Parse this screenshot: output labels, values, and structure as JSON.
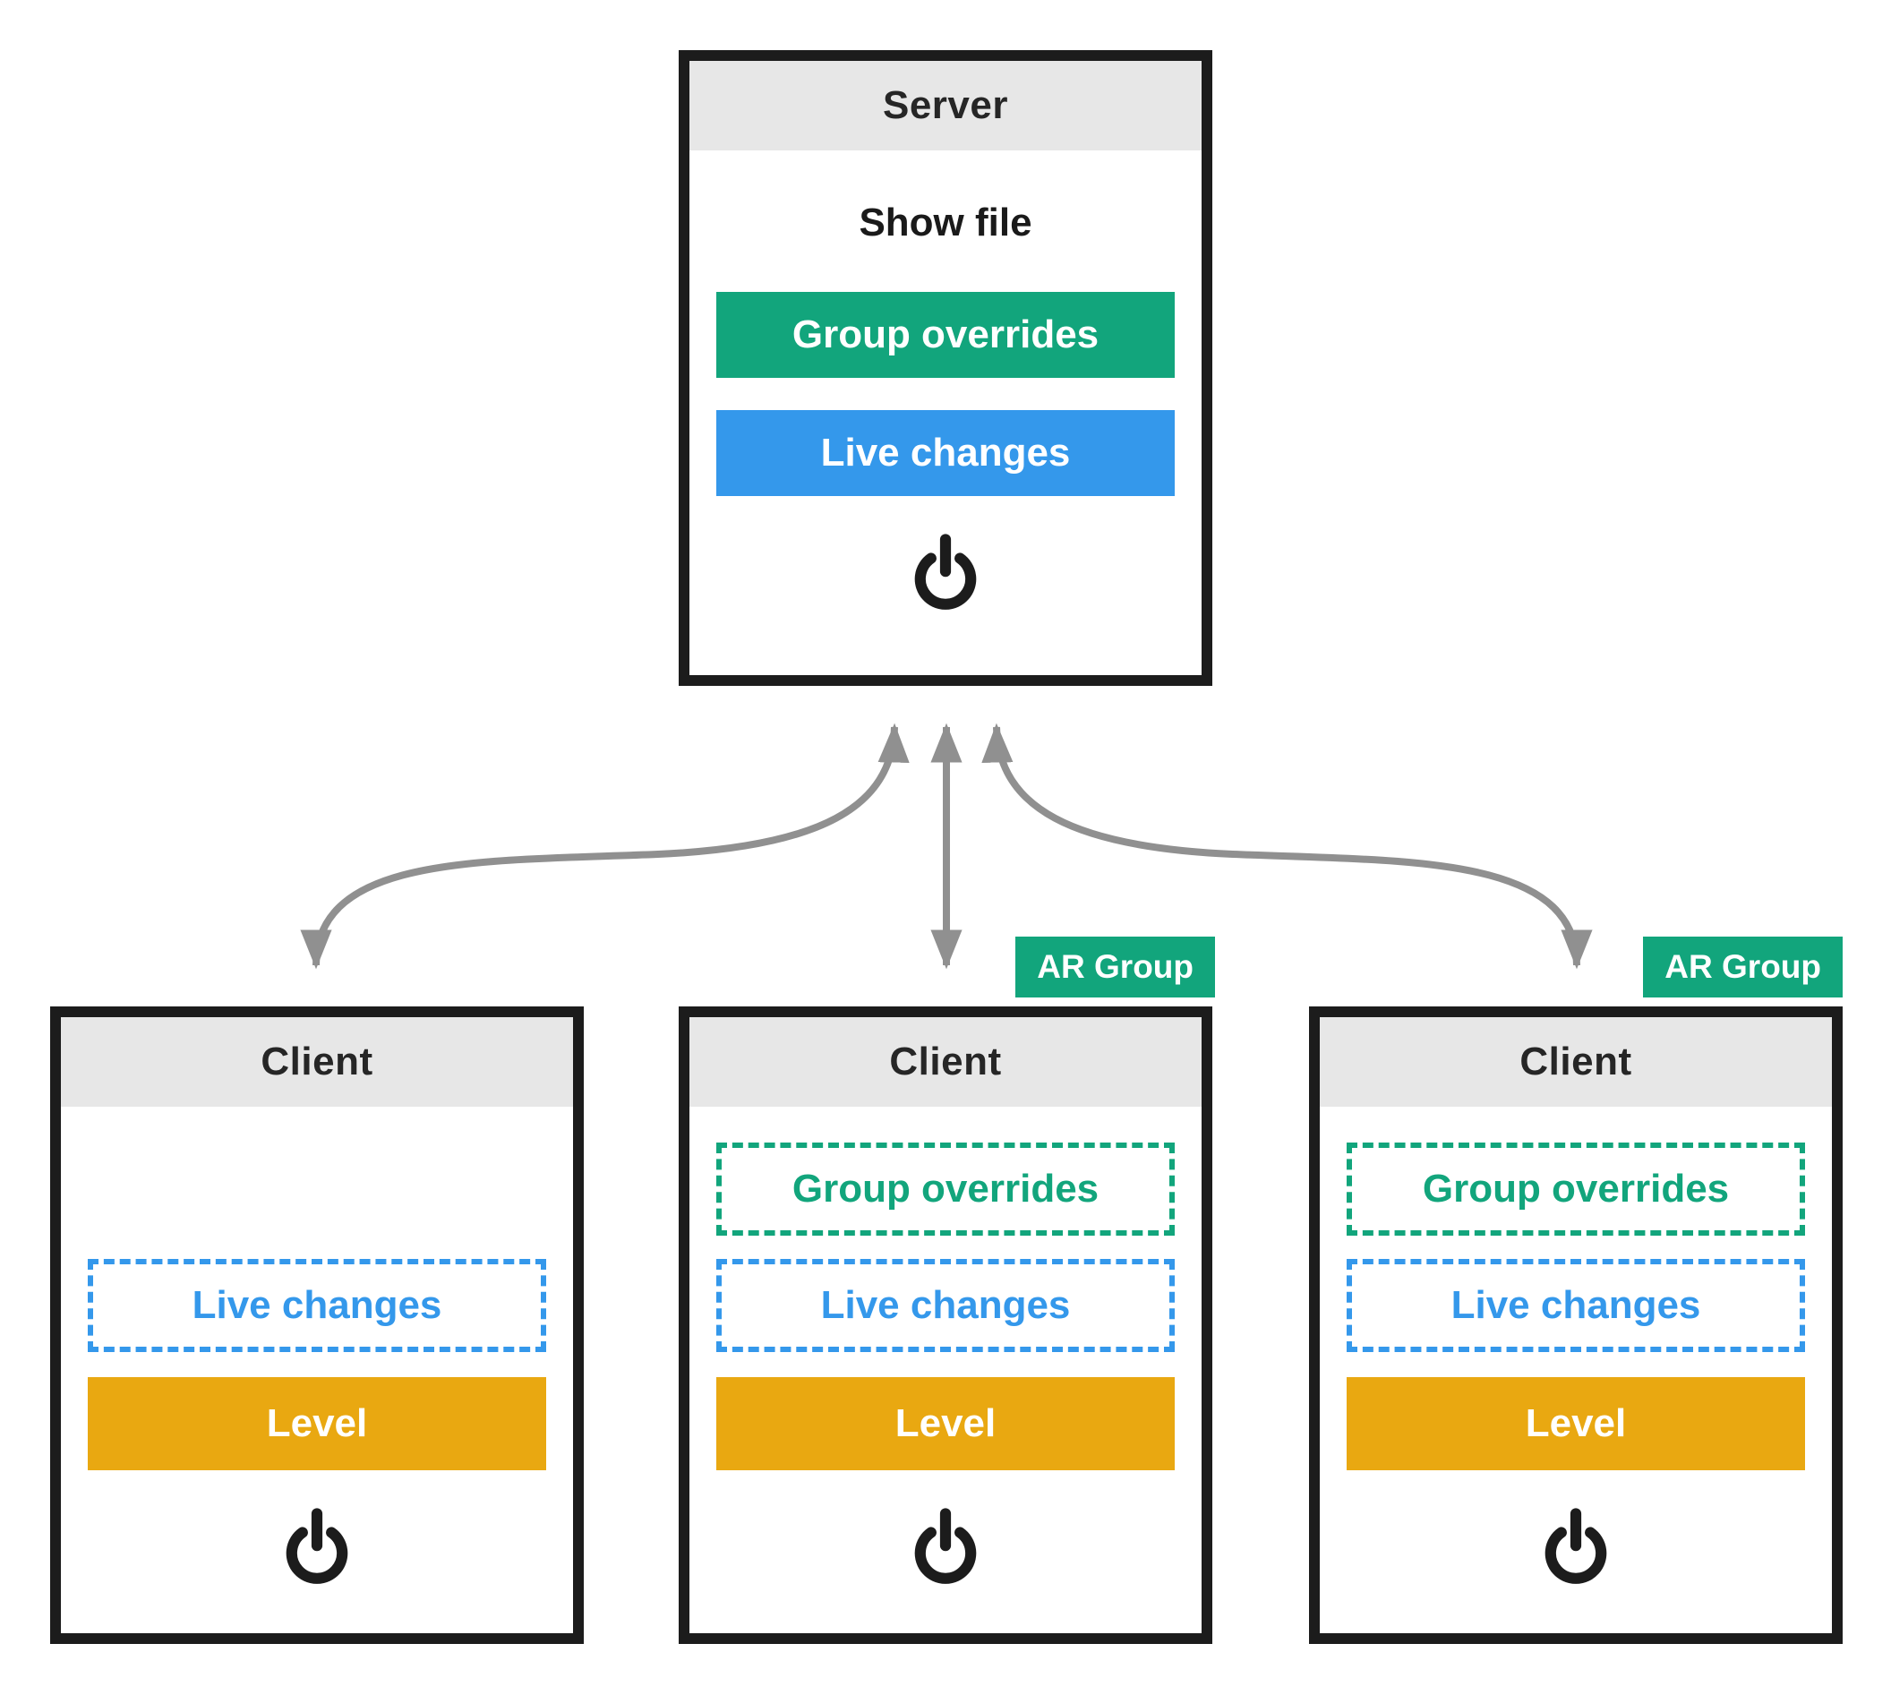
{
  "diagram": {
    "server": {
      "title": "Server",
      "show_file_label": "Show file",
      "group_overrides_label": "Group overrides",
      "live_changes_label": "Live changes"
    },
    "clients": [
      {
        "title": "Client",
        "live_changes_label": "Live changes",
        "level_label": "Level"
      },
      {
        "title": "Client",
        "badge": "AR Group",
        "group_overrides_label": "Group overrides",
        "live_changes_label": "Live changes",
        "level_label": "Level"
      },
      {
        "title": "Client",
        "badge": "AR Group",
        "group_overrides_label": "Group overrides",
        "live_changes_label": "Live changes",
        "level_label": "Level"
      }
    ],
    "icons": {
      "power": "power-icon",
      "arrow": "double-headed-arrow"
    },
    "colors": {
      "green": "#12a57c",
      "blue": "#3498eb",
      "orange": "#e9a811",
      "header_gray": "#e7e7e7",
      "box_border": "#1c1c1c",
      "arrow": "#909090",
      "text": "#262626",
      "white": "#ffffff"
    }
  }
}
